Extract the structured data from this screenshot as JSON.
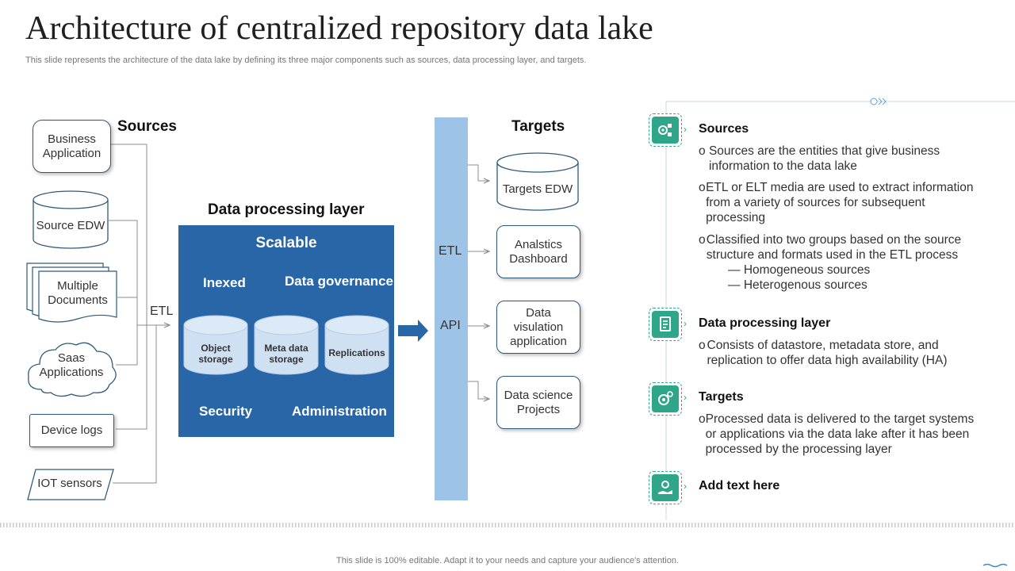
{
  "header": {
    "title": "Architecture of centralized repository data lake",
    "subtitle": "This slide represents the architecture of the data lake by defining its three major components such as sources, data processing layer, and targets."
  },
  "diagram": {
    "sources_heading": "Sources",
    "sources": [
      "Business Application",
      "Source EDW",
      "Multiple Documents",
      "Saas Applications",
      "Device logs",
      "IOT sensors"
    ],
    "etl_left": "ETL",
    "dpl_heading": "Data processing layer",
    "dpl": {
      "scalable": "Scalable",
      "inexed": "Inexed",
      "governance": "Data governance",
      "stores": [
        "Object storage",
        "Meta data storage",
        "Replications"
      ],
      "security": "Security",
      "administration": "Administration"
    },
    "bar_etl": "ETL",
    "bar_api": "API",
    "targets_heading": "Targets",
    "targets": [
      "Targets EDW",
      "Analstics Dashboard",
      "Data visulation application",
      "Data science Projects"
    ]
  },
  "panel": {
    "sections": [
      {
        "heading": "Sources",
        "icon": "gear-grid-icon",
        "bullets": [
          "Sources are the entities that give business information to the data lake",
          "ETL or ELT media are used to extract information from a variety of sources for subsequent processing",
          "Classified into two groups based on the source structure  and formats used in the ETL process"
        ],
        "subbullets": [
          "Homogeneous sources",
          "Heterogenous sources"
        ]
      },
      {
        "heading": "Data processing layer",
        "icon": "document-chip-icon",
        "bullets": [
          "Consists of datastore, metadata store, and replication to offer data high availability (HA)"
        ]
      },
      {
        "heading": "Targets",
        "icon": "target-gears-icon",
        "bullets": [
          "Processed data is delivered to the target systems or applications via the data lake after it has been processed by the processing layer"
        ]
      },
      {
        "heading": "Add text here",
        "icon": "hand-gear-icon",
        "bullets": []
      }
    ]
  },
  "footer": {
    "note": "This slide is 100% editable. Adapt it to your needs and capture your audience's attention."
  },
  "colors": {
    "dpl_blue": "#2966a8",
    "bar_blue": "#9dc3e6",
    "accent_green": "#2fa58a",
    "connector_gray": "#8c8c8c"
  }
}
